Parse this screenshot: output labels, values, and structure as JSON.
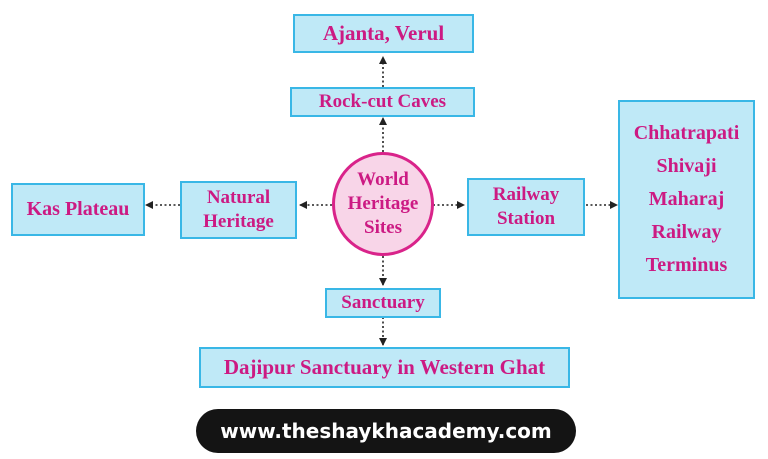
{
  "center": {
    "label": "World Heritage Sites"
  },
  "nodes": {
    "ajanta": "Ajanta, Verul",
    "rock_cut": "Rock-cut Caves",
    "kas": "Kas Plateau",
    "natural": "Natural Heritage",
    "railway": "Railway Station",
    "terminus": "Chhatrapati Shivaji Maharaj Railway Terminus",
    "sanctuary": "Sanctuary",
    "dajipur": "Dajipur Sanctuary in Western Ghat"
  },
  "colors": {
    "box_fill": "#bfe9f7",
    "box_border": "#39b7e6",
    "text": "#cc1a83",
    "circle_fill": "#f8d5e8",
    "circle_border": "#d9238a"
  },
  "footer": {
    "url": "www.theshaykhacademy.com"
  }
}
